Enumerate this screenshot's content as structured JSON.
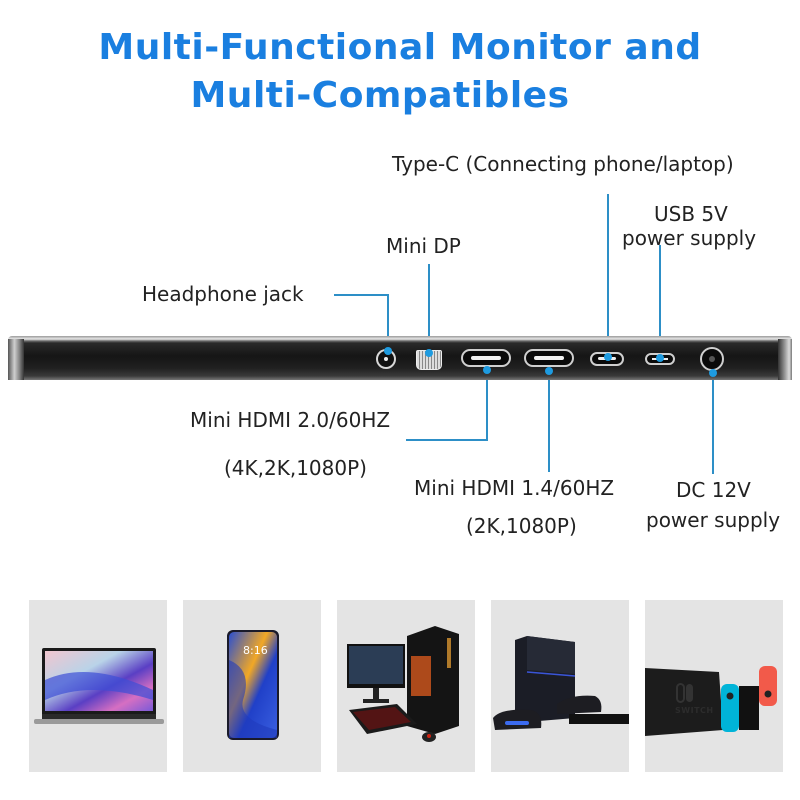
{
  "title": {
    "line1": "Multi-Functional Monitor and",
    "line2": "Multi-Compatibles",
    "color": "#1a7fe0"
  },
  "ports": {
    "headphone": {
      "label": "Headphone jack",
      "icon": "headphone-jack-icon"
    },
    "mini_dp": {
      "label": "Mini DP",
      "icon": "mini-displayport-icon"
    },
    "mini_hdmi_20": {
      "label": "Mini HDMI 2.0/60HZ",
      "sub": "(4K,2K,1080P)",
      "icon": "mini-hdmi-icon"
    },
    "mini_hdmi_14": {
      "label": "Mini HDMI 1.4/60HZ",
      "sub": "(2K,1080P)",
      "icon": "mini-hdmi-icon"
    },
    "type_c": {
      "label": "Type-C (Connecting  phone/laptop)",
      "icon": "usb-c-icon"
    },
    "usb_5v": {
      "label": "USB 5V",
      "sub": "power supply",
      "icon": "micro-usb-icon"
    },
    "dc_12v": {
      "label": "DC 12V",
      "sub": "power supply",
      "icon": "dc-jack-icon"
    }
  },
  "line_color": "#2d8fc7",
  "devices": [
    {
      "name": "laptop",
      "icon": "laptop-image"
    },
    {
      "name": "smartphone",
      "icon": "smartphone-image",
      "clock": "8:16"
    },
    {
      "name": "gaming-pc",
      "icon": "desktop-pc-image"
    },
    {
      "name": "playstation-4",
      "icon": "game-console-image"
    },
    {
      "name": "nintendo-switch",
      "icon": "nintendo-switch-image",
      "brand": "SWITCH"
    }
  ]
}
